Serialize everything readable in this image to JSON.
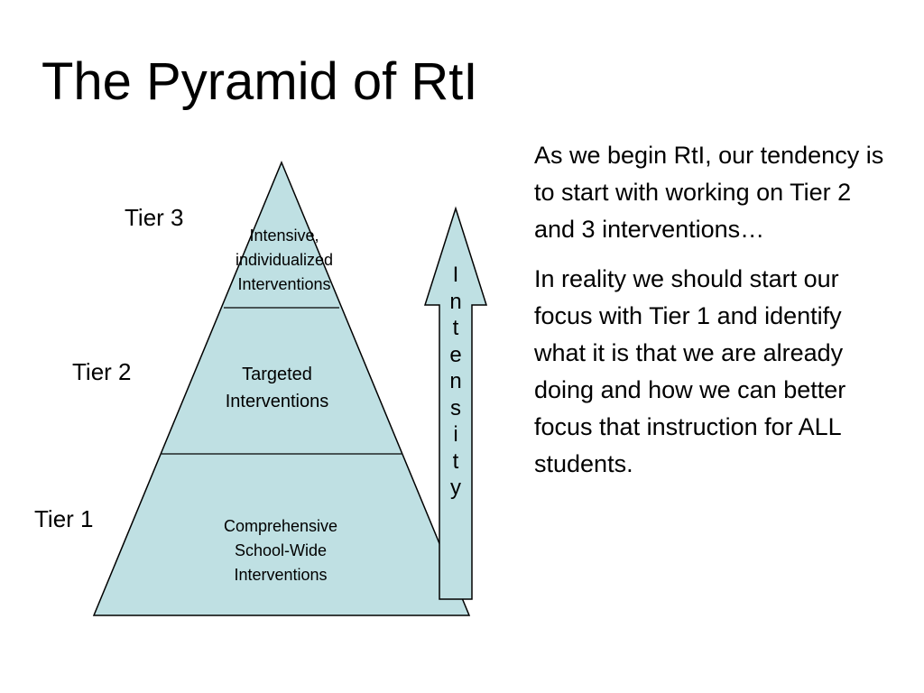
{
  "title": "The Pyramid of RtI",
  "tiers": [
    {
      "label": "Tier 3",
      "lines": [
        "Intensive,",
        "individualized",
        "Interventions"
      ]
    },
    {
      "label": "Tier 2",
      "lines": [
        "Targeted",
        "Interventions"
      ]
    },
    {
      "label": "Tier 1",
      "lines": [
        "Comprehensive",
        "School-Wide",
        "Interventions"
      ]
    }
  ],
  "arrow": {
    "letters": [
      "I",
      "n",
      "t",
      "e",
      "n",
      "s",
      "i",
      "t",
      "y"
    ]
  },
  "body": {
    "paragraph1": "As we begin RtI, our tendency is to start with working on Tier 2 and 3 interventions…",
    "paragraph2": "In reality we should start our focus with Tier 1 and identify what it is that we are already doing and how we can better focus that instruction for ALL students."
  },
  "colors": {
    "pyramid_fill": "#bfe0e3",
    "stroke": "#000000"
  }
}
